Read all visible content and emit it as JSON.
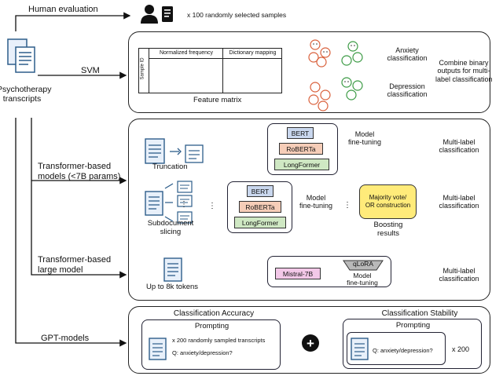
{
  "source": {
    "label_line1": "Psychotherapy",
    "label_line2": "transcripts"
  },
  "human_eval": {
    "label": "Human evaluation",
    "note": "x 100 randomly selected samples"
  },
  "svm": {
    "label": "SVM",
    "col1": "Normalized frequency",
    "col2": "Dictionary mapping",
    "row_label": "Sample ID",
    "matrix_caption": "Feature matrix",
    "anxiety_line1": "Anxiety",
    "anxiety_line2": "classification",
    "depression_line1": "Depression",
    "depression_line2": "classification",
    "combine_line1": "Combine binary",
    "combine_line2": "outputs for multi-",
    "combine_line3": "label classification"
  },
  "transformer": {
    "label_line1": "Transformer-based",
    "label_line2": "models (<7B params)",
    "truncation": "Truncation",
    "subdoc_line1": "Subdocument",
    "subdoc_line2": "slicing",
    "bert": "BERT",
    "roberta": "RoBERTa",
    "longformer": "LongFormer",
    "finetune_line1": "Model",
    "finetune_line2": "fine-tuning",
    "output_line1": "Multi-label",
    "output_line2": "classification",
    "majority_line1": "Majority vote/",
    "majority_line2": "OR construction",
    "boosting_line1": "Boosting",
    "boosting_line2": "results",
    "ellipsis": "⋮"
  },
  "large_model": {
    "label_line1": "Transformer-based",
    "label_line2": "large model",
    "tokens": "Up to 8k tokens",
    "mistral": "Mistral-7B",
    "qlora": "qLoRA",
    "finetune_line1": "Model",
    "finetune_line2": "fine-tuning",
    "output_line1": "Multi-label",
    "output_line2": "classification"
  },
  "gpt": {
    "label": "GPT-models",
    "accuracy_title": "Classification Accuracy",
    "stability_title": "Classification Stability",
    "prompting": "Prompting",
    "sampled": "x 200 randomly sampled transcripts",
    "question": "Q: anxiety/depression?",
    "plus": "+",
    "repeat": "x 200"
  }
}
